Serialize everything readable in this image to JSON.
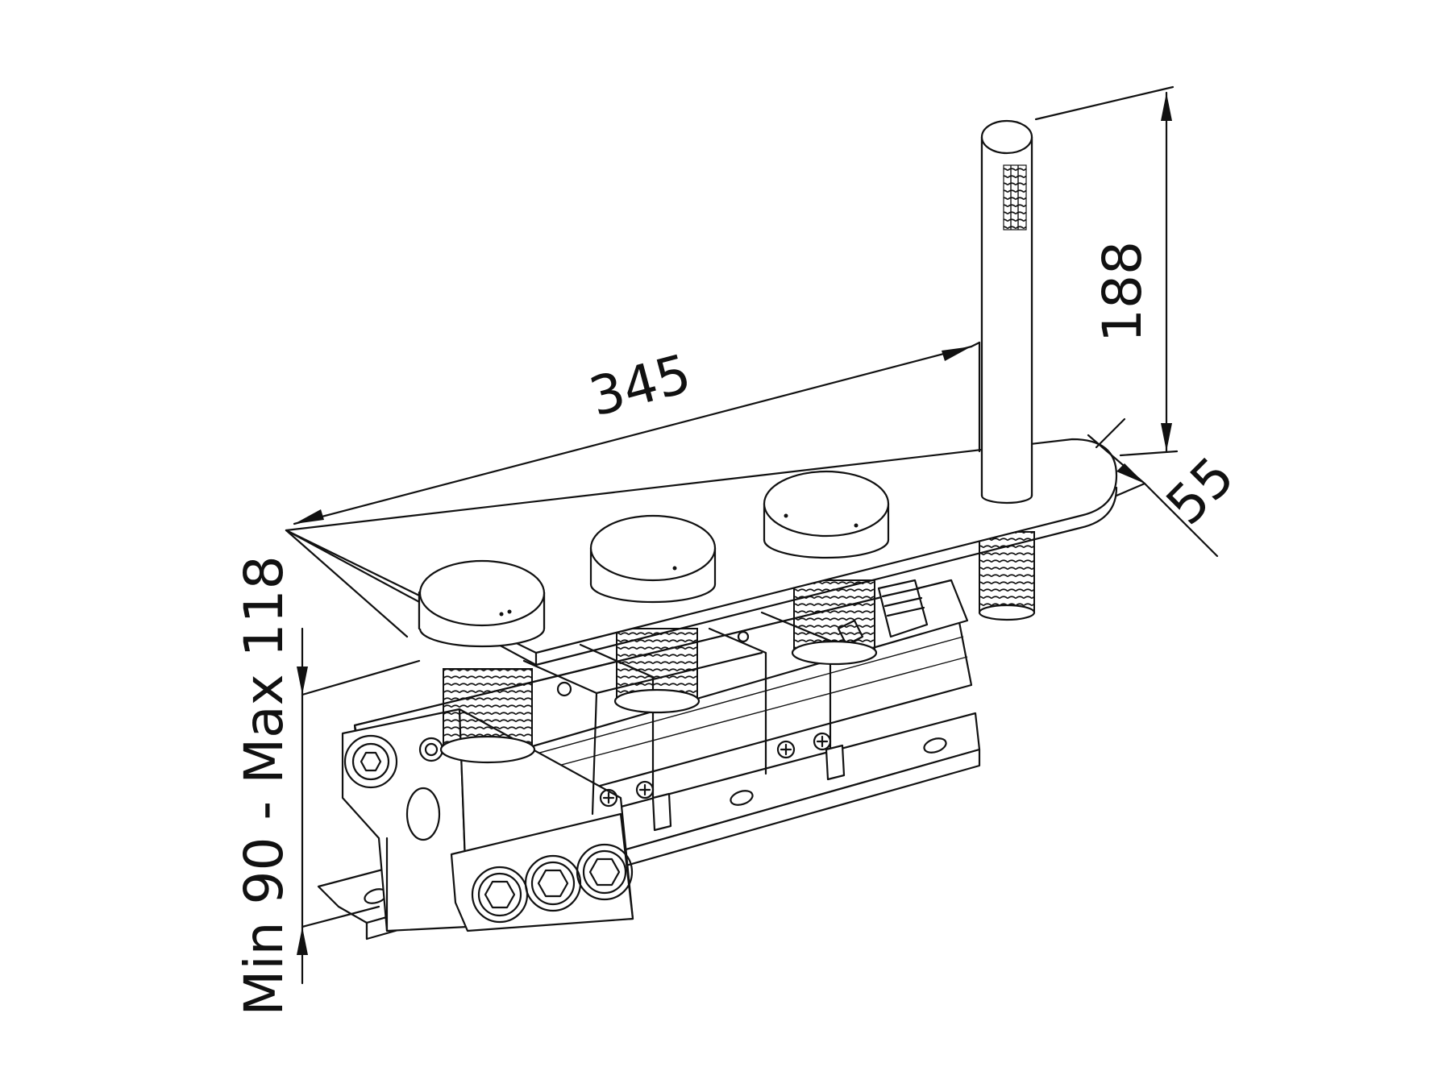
{
  "dimensions": {
    "width": "345",
    "height": "188",
    "depth": "55",
    "install_depth": "Min 90 - Max 118"
  }
}
